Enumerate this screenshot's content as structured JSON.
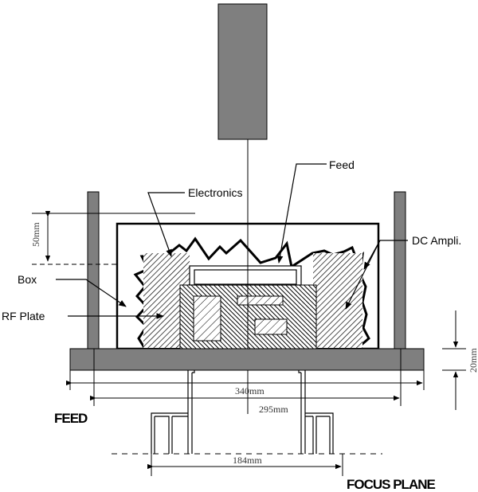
{
  "labels": {
    "feed": "Feed",
    "electronics": "Electronics",
    "dc_ampli": "DC Ampli.",
    "box": "Box",
    "rf_plate": "RF Plate",
    "feed_caps": "FEED",
    "focus_plane": "FOCUS PLANE"
  },
  "dimensions": {
    "d50": "50mm",
    "d20": "20mm",
    "d340": "340mm",
    "d295": "295mm",
    "d184": "184mm"
  },
  "colors": {
    "metal": "#7f7f7f",
    "line": "#000000"
  }
}
